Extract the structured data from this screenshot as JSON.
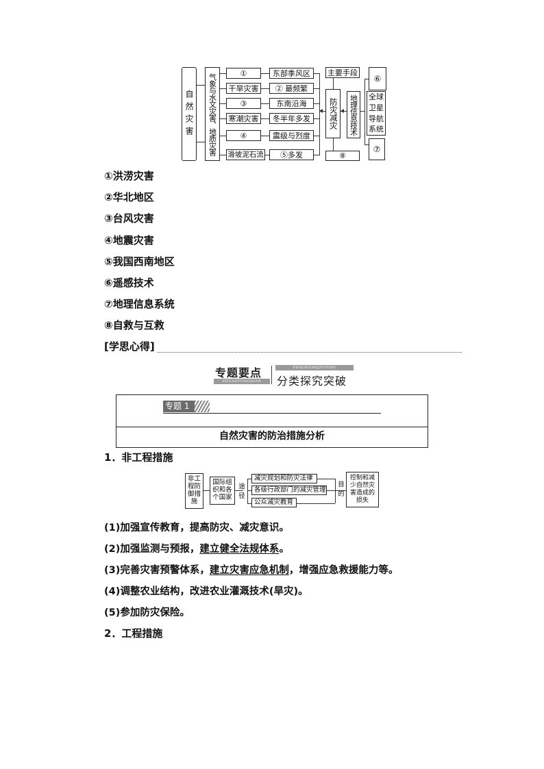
{
  "diagram1": {
    "root": "自然灾害",
    "category": "气象与水文灾害、地质灾害",
    "rows": [
      {
        "type": "①",
        "feature": "东部季风区"
      },
      {
        "type": "干旱灾害",
        "feature": "② 最频繁"
      },
      {
        "type": "③",
        "feature": "东南沿海"
      },
      {
        "type": "寒潮灾害",
        "feature": "冬半年多发"
      },
      {
        "type": "④",
        "feature": "震级与烈度"
      },
      {
        "type": "滑坡泥石流",
        "feature": "⑤多发"
      }
    ],
    "center": "防灾减灾",
    "main_means": "主要手段",
    "bottom": "⑧",
    "geo_tech": "地理信息技术",
    "tech_items": [
      "⑥",
      "全球卫星导航系统",
      "⑦"
    ]
  },
  "answers": [
    "①洪涝灾害",
    "②华北地区",
    "③台风灾害",
    "④地震灾害",
    "⑤我国西南地区",
    "⑥遥感技术",
    "⑦地理信息系统",
    "⑧自救与互救"
  ],
  "notes_label": "[学思心得]",
  "banner": {
    "left_title": "专题要点",
    "left_pinyin": "ZHUANTIYAODIAN",
    "right_title": "分类探究突破",
    "right_pinyin": "FENLEITANJIUTUPO"
  },
  "topic": {
    "tag": "专题 1",
    "title": "自然灾害的防治措施分析"
  },
  "section1": {
    "heading": "1．非工程措施",
    "diagram": {
      "left": "非工程防御措施",
      "actor": "国际组织和各个国家",
      "path_label": "途径",
      "ways": [
        "减灾规划和防灾法律",
        "各级行政部门的减灾管理",
        "公众减灾教育"
      ],
      "goal_label": "目的",
      "goal": "控制和减少自然灾害造成的损失"
    },
    "items": [
      {
        "prefix": "(1)加强宣传教育，提高防灾、减灾意识。",
        "underlined": "",
        "suffix": ""
      },
      {
        "prefix": "(2)加强监测与预报，",
        "underlined": "建立健全法规体系",
        "suffix": "。"
      },
      {
        "prefix": "(3)完善灾害预警体系，",
        "underlined": "建立灾害应急机制",
        "suffix": "，增强应急救援能力等。"
      },
      {
        "prefix": "(4)调整农业结构，改进农业灌溉技术(旱灾)。",
        "underlined": "",
        "suffix": ""
      },
      {
        "prefix": "(5)参加防灾保险。",
        "underlined": "",
        "suffix": ""
      }
    ]
  },
  "section2": {
    "heading": "2．工程措施"
  }
}
